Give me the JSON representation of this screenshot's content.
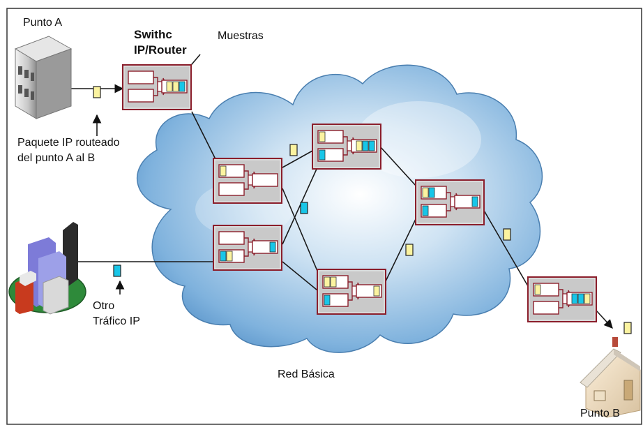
{
  "labels": {
    "punto_a": "Punto A",
    "switch_line1": "Swithc",
    "switch_line2": "IP/Router",
    "muestras": "Muestras",
    "paquete_line1": "Paquete IP routeado",
    "paquete_line2": "del punto A al B",
    "otro_line1": "Otro",
    "otro_line2": "Tráfico IP",
    "red_basica": "Red Básica",
    "punto_b": "Punto B"
  },
  "icons": {
    "punto_a": "office-building-icon",
    "city": "city-buildings-icon",
    "punto_b": "house-icon"
  },
  "colors": {
    "router_border": "#8b1e2b",
    "router_fill": "#c9c9c9",
    "packet_yellow": "#fbf3a0",
    "packet_cyan": "#18c6e8",
    "cloud_light": "#d6e8f6",
    "cloud_dark": "#3d7fbd",
    "line": "#1a1a1a"
  }
}
